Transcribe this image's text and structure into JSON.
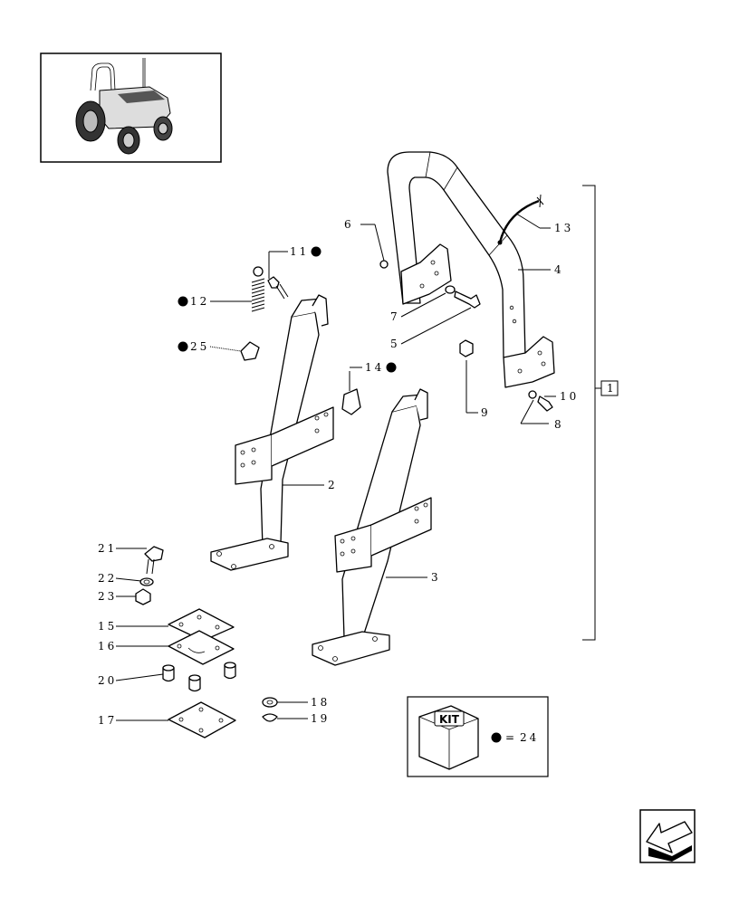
{
  "callouts": {
    "c1": "1",
    "c2": "2",
    "c3": "3",
    "c4": "4",
    "c5": "5",
    "c6": "6",
    "c7": "7",
    "c8": "8",
    "c9": "9",
    "c10": "10",
    "c11": "11",
    "c12": "12",
    "c13": "13",
    "c14": "14",
    "c15": "15",
    "c16": "16",
    "c17": "17",
    "c18": "18",
    "c19": "19",
    "c20": "20",
    "c21": "21",
    "c22": "22",
    "c23": "23",
    "c25": "25"
  },
  "kit_legend": {
    "box_label": "KIT",
    "equals": "=",
    "value": "24"
  },
  "icons": {
    "thumbnail": "tractor-thumbnail",
    "nav": "back-arrow-icon",
    "marker": "black-dot-marker"
  }
}
